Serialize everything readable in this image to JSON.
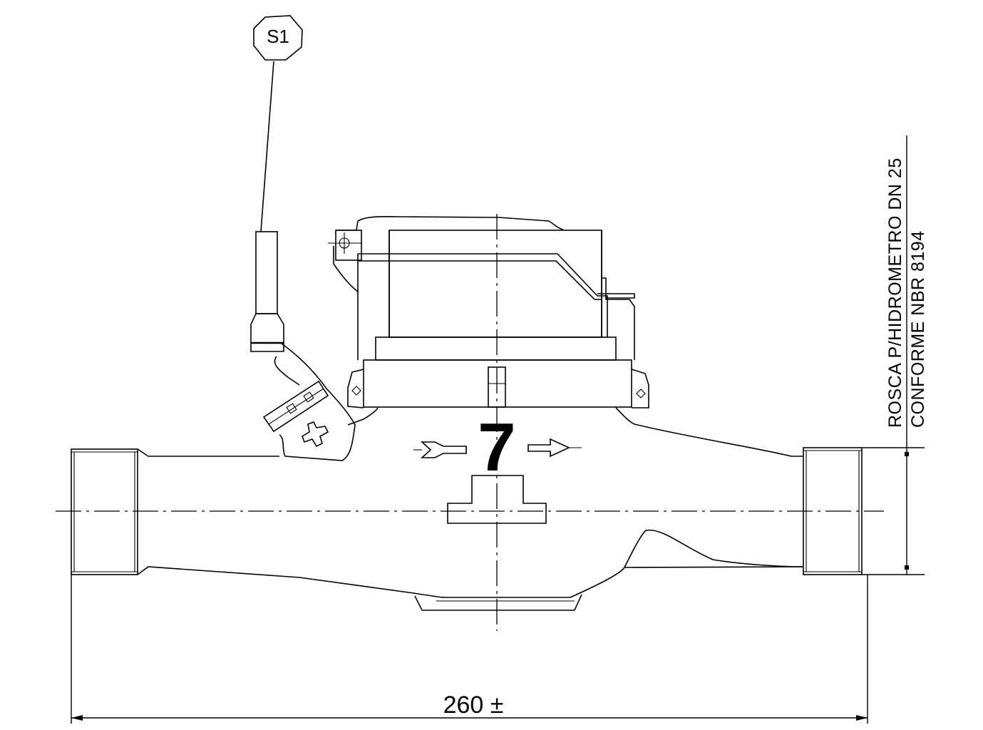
{
  "balloon": {
    "label": "S1"
  },
  "part_label": "7",
  "dimension": {
    "length": "260 ±"
  },
  "notes": {
    "line1": "ROSCA P/HIDROMETRO DN 25",
    "line2": "CONFORME NBR 8194"
  }
}
